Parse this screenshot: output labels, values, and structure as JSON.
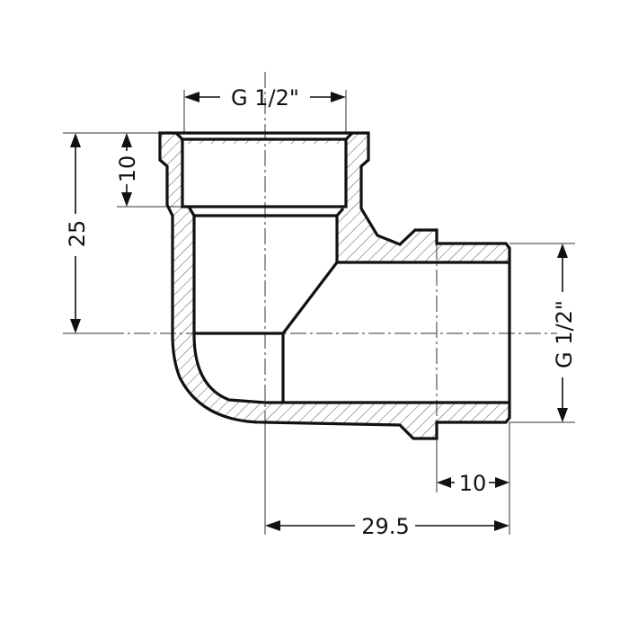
{
  "drawing": {
    "title": "90° elbow fitting, female G 1/2\" × male G 1/2\" — sectional view",
    "colors": {
      "line": "#111111",
      "background": "#ffffff",
      "hatch": "#555555"
    },
    "dimensions": {
      "top_thread": "G 1/2\"",
      "right_thread": "G 1/2\"",
      "top_thread_depth": "10",
      "height_to_center": "25",
      "male_thread_length": "10",
      "length_to_center": "29.5"
    }
  }
}
